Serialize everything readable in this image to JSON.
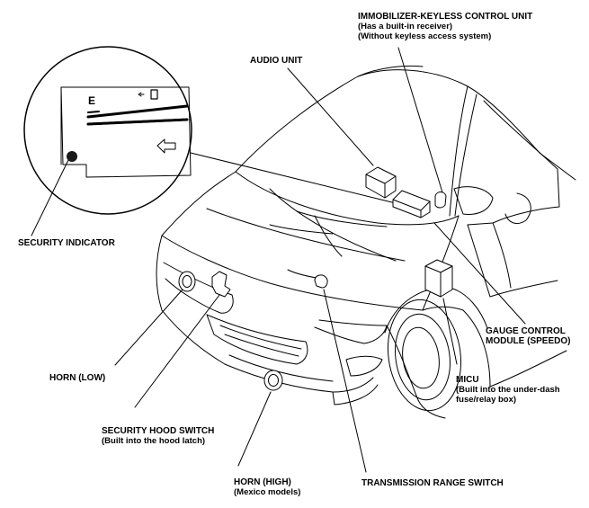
{
  "labels": {
    "immobilizer": {
      "title": "IMMOBILIZER-KEYLESS CONTROL UNIT",
      "line2": "(Has a built-in receiver)",
      "line3": "(Without keyless access system)"
    },
    "audio_unit": {
      "title": "AUDIO UNIT"
    },
    "security_indicator": {
      "title": "SECURITY INDICATOR"
    },
    "gauge_control": {
      "line1": "GAUGE CONTROL",
      "line2": "MODULE (SPEEDO)"
    },
    "micu": {
      "title": "MICU",
      "line2": "(Built into the under-dash",
      "line3": "fuse/relay box)"
    },
    "horn_low": {
      "title": "HORN (LOW)"
    },
    "security_hood_switch": {
      "title": "SECURITY HOOD SWITCH",
      "line2": "(Built into the hood latch)"
    },
    "horn_high": {
      "title": "HORN (HIGH)",
      "line2": "(Mexico models)"
    },
    "transmission_range_switch": {
      "title": "TRANSMISSION RANGE SWITCH"
    }
  },
  "gauge_inset": {
    "fuel_letter": "E"
  },
  "colors": {
    "line": "#000000",
    "background": "#ffffff",
    "indicator": "#1a1a1a"
  }
}
